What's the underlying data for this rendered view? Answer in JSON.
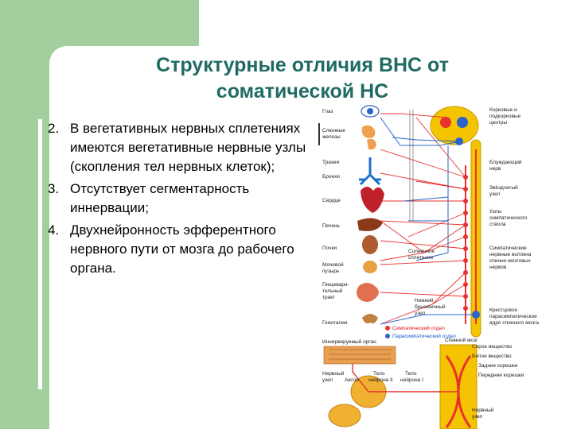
{
  "slide": {
    "title_line1": "Структурные отличия ВНС от",
    "title_line2": "соматической НС",
    "bullets": [
      {
        "num": "2.",
        "text": "В вегетативных нервных сплетениях имеются вегетативные нервные узлы (скопления тел нервных клеток);"
      },
      {
        "num": "3.",
        "text": "Отсутствует сегментарность иннервации;"
      },
      {
        "num": "4.",
        "text": "Двухнейронность эфферентного нервного пути от мозга до рабочего органа."
      }
    ]
  },
  "figure": {
    "organ_labels": {
      "eye": "Глаз",
      "salivary1": "Слюнные",
      "salivary2": "железы",
      "trachea": "Трахея",
      "bronchi": "Бронхи",
      "heart": "Сердце",
      "liver": "Печень",
      "kidneys": "Почки",
      "bladder1": "Мочевой",
      "bladder2": "пузырь",
      "digestive1": "Пищеварн-",
      "digestive2": "тельный",
      "digestive3": "тракт",
      "genitals": "Гениталии"
    },
    "right_labels": {
      "cortical1": "Корковые и",
      "cortical2": "подкорковые",
      "cortical3": "центры",
      "vagus1": "Блуждающий",
      "vagus2": "нерв",
      "stellate1": "Звёздчатый",
      "stellate2": "узел",
      "sympnodes1": "Узлы",
      "sympnodes2": "симпатического",
      "sympnodes3": "ствола",
      "sympfibers1": "Симпатические",
      "sympfibers2": "нервные волокна",
      "sympfibers3": "спинно-мозговых",
      "sympfibers4": "нервов",
      "sacral1": "Крестцовое",
      "sacral2": "парасимпатическое",
      "sacral3": "ядро спинного мозга"
    },
    "center_labels": {
      "solar1": "Солнечное",
      "solar2": "сплетение",
      "mesenteric1": "Нижний",
      "mesenteric2": "брыжеечный",
      "mesenteric3": "узел"
    },
    "legend": {
      "sympathetic": "Симпатический отдел",
      "parasympathetic": "Парасимпатический отдел"
    },
    "bottom_labels": {
      "innervated": "Иннервируемый орган",
      "spinal_cord": "Спинной мозг",
      "grey": "Серое вещество",
      "white": "Белое вещество",
      "posterior": "Задние корешки",
      "anterior": "Передние корешки",
      "ganglion1": "Нервный",
      "ganglion2": "узел",
      "axon": "Аксон",
      "body2a": "Тело",
      "body2b": "нейрона II",
      "body1a": "Тело",
      "body1b": "нейрона I",
      "nerve_node1": "Нервный",
      "nerve_node2": "узел"
    },
    "colors": {
      "sympathetic": "#e8312f",
      "parasympathetic": "#2a63c9",
      "cord": "#f5c400"
    }
  }
}
